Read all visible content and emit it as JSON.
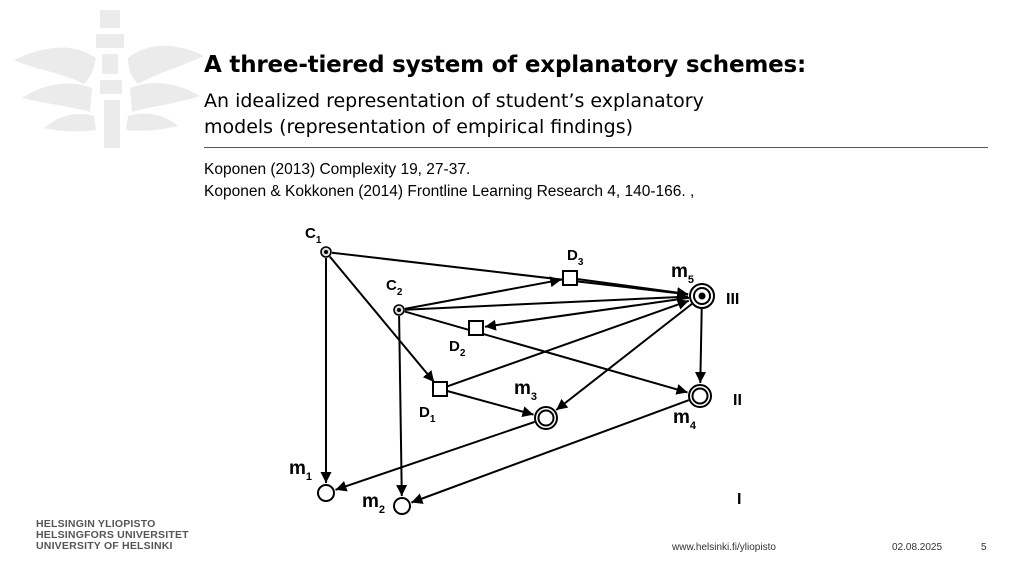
{
  "slide": {
    "title": "A three-tiered system of explanatory schemes:",
    "subtitle_line1": "An idealized representation of student’s explanatory",
    "subtitle_line2": "models (representation of empirical findings)",
    "references": [
      "Koponen (2013) Complexity 19, 27-37.",
      "Koponen & Kokkonen (2014) Frontline Learning Research 4, 140-166. ,"
    ]
  },
  "diagram": {
    "nodes": [
      {
        "id": "C1",
        "base": "C",
        "sub": "1",
        "kind": "point"
      },
      {
        "id": "C2",
        "base": "C",
        "sub": "2",
        "kind": "point"
      },
      {
        "id": "D1",
        "base": "D",
        "sub": "1",
        "kind": "square"
      },
      {
        "id": "D2",
        "base": "D",
        "sub": "2",
        "kind": "square"
      },
      {
        "id": "D3",
        "base": "D",
        "sub": "3",
        "kind": "square"
      },
      {
        "id": "m1",
        "base": "m",
        "sub": "1",
        "kind": "circle"
      },
      {
        "id": "m2",
        "base": "m",
        "sub": "2",
        "kind": "circle"
      },
      {
        "id": "m3",
        "base": "m",
        "sub": "3",
        "kind": "double-circle"
      },
      {
        "id": "m4",
        "base": "m",
        "sub": "4",
        "kind": "double-circle"
      },
      {
        "id": "m5",
        "base": "m",
        "sub": "5",
        "kind": "target"
      }
    ],
    "edges": [
      [
        "C1",
        "m1"
      ],
      [
        "C1",
        "D1"
      ],
      [
        "C1",
        "m5"
      ],
      [
        "C2",
        "D3"
      ],
      [
        "C2",
        "m5"
      ],
      [
        "C2",
        "m4"
      ],
      [
        "C2",
        "m2"
      ],
      [
        "D1",
        "m3"
      ],
      [
        "D1",
        "m5"
      ],
      [
        "D3",
        "m5"
      ],
      [
        "m5",
        "D2"
      ],
      [
        "m5",
        "m3"
      ],
      [
        "m5",
        "m4"
      ],
      [
        "m3",
        "m1"
      ],
      [
        "m4",
        "m2"
      ]
    ],
    "tiers": [
      "III",
      "II",
      "I"
    ]
  },
  "footer": {
    "university_lines": [
      "HELSINGIN YLIOPISTO",
      "HELSINGFORS UNIVERSITET",
      "UNIVERSITY OF HELSINKI"
    ],
    "url": "www.helsinki.fi/yliopisto",
    "date": "02.08.2025",
    "page": "5"
  }
}
